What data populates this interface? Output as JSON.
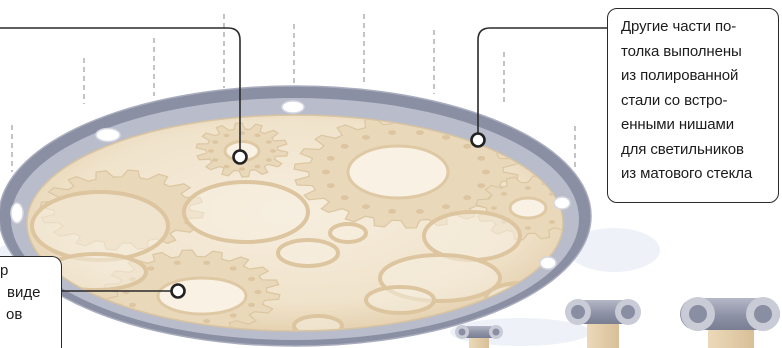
{
  "callouts": {
    "top_right": {
      "lines": [
        "Другие части по-",
        "толка выполнены",
        "из полированной",
        "стали со встро-",
        "енными нишами",
        "для светильников",
        "из матового стекла"
      ]
    },
    "bottom_left": {
      "lines": [
        "р",
        "виде",
        "ов"
      ]
    }
  },
  "colors": {
    "rim": "#8b8fa4",
    "rim_inner": "#b9bccb",
    "gear": "#e9d8ba",
    "callout_stroke": "#2a2a2a",
    "pipe_cap": "#c9cbd6",
    "pipe_core": "#8a8ea3"
  }
}
